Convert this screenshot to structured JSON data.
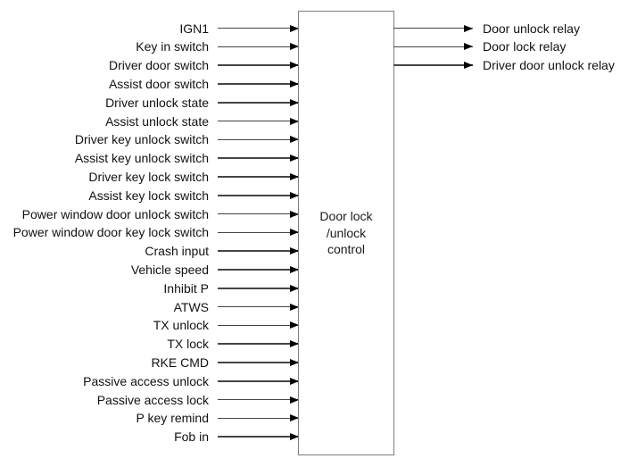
{
  "diagram": {
    "block": {
      "label": "Door lock\n/unlock\ncontrol"
    },
    "inputs": [
      "IGN1",
      "Key in switch",
      "Driver door switch",
      "Assist door switch",
      "Driver unlock state",
      "Assist unlock state",
      "Driver key unlock switch",
      "Assist key unlock switch",
      "Driver key lock switch",
      "Assist key lock switch",
      "Power window door unlock switch",
      "Power window door key lock switch",
      "Crash input",
      "Vehicle speed",
      "Inhibit P",
      "ATWS",
      "TX unlock",
      "TX lock",
      "RKE CMD",
      "Passive access unlock",
      "Passive access lock",
      "P key remind",
      "Fob in"
    ],
    "outputs": [
      "Door unlock relay",
      "Door lock relay",
      "Driver door unlock relay"
    ],
    "colors": {
      "background": "#ffffff",
      "text": "#111111",
      "wire": "#454545",
      "arrowhead": "#000000",
      "block_border": "#7e7e7e"
    }
  }
}
